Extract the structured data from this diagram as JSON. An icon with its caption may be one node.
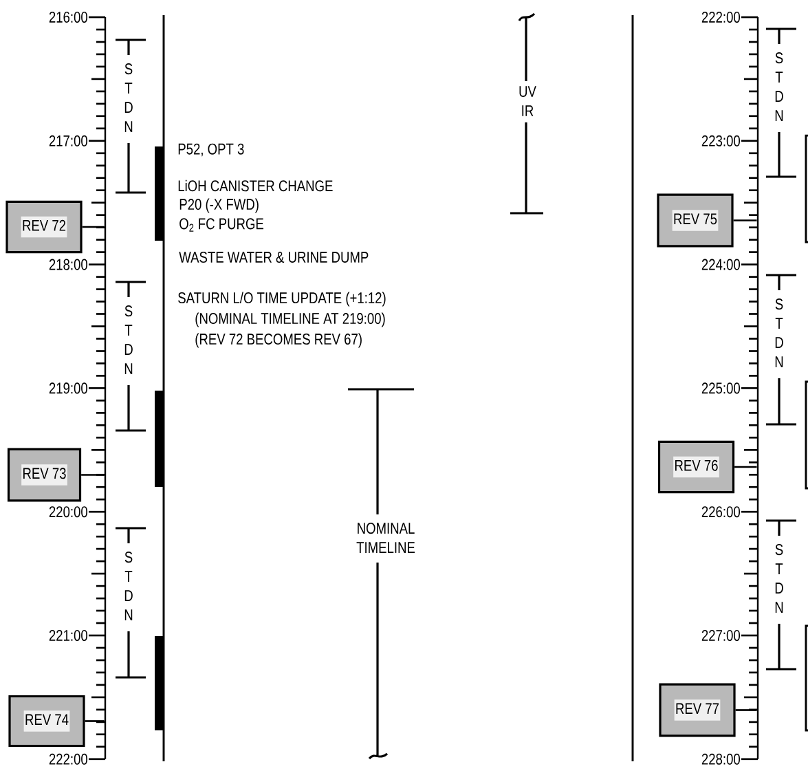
{
  "diagram": {
    "nodes": [
      {
        "text": [
          "REV 72"
        ]
      },
      {
        "text": [
          "REV 73"
        ]
      },
      {
        "text": [
          "REV 74"
        ]
      },
      {
        "text": [
          "REV 75"
        ]
      },
      {
        "text": [
          "REV 76"
        ]
      },
      {
        "text": [
          "REV 77"
        ]
      },
      {
        "text": [],
        "shape": "bar"
      },
      {
        "text": [],
        "shape": "bar"
      }
    ],
    "edges": [
      {
        "from": 0,
        "to": 6,
        "arrow": "none"
      },
      {
        "from": 1,
        "to": 6,
        "arrow": "none"
      },
      {
        "from": 2,
        "to": 6,
        "arrow": "none"
      },
      {
        "from": 3,
        "to": 7,
        "arrow": "none"
      },
      {
        "from": 4,
        "to": 7,
        "arrow": "none"
      },
      {
        "from": 5,
        "to": 7,
        "arrow": "none"
      }
    ],
    "labels": [
      "216:00",
      "217:00",
      "218:00",
      "219:00",
      "220:00",
      "221:00",
      "222:00",
      "222:00",
      "223:00",
      "224:00",
      "225:00",
      "226:00",
      "227:00",
      "228:00",
      "S T D N",
      "S T D N",
      "S T D N",
      "S T D N",
      "S T D N",
      "S T D N",
      "P52, OPT 3",
      "LiOH CANISTER CHANGE",
      "P20 (-X FWD)",
      "O$_{2}$ FC PURGE",
      "WASTE WATER & URINE DUMP",
      "SATURN L/O TIME UPDATE (+1:12)",
      "(NOMINAL TIMELINE AT 219:00)",
      "(REV 72 BECOMES REV 67)",
      "UV IR",
      "NOMINAL TIMELINE"
    ]
  }
}
